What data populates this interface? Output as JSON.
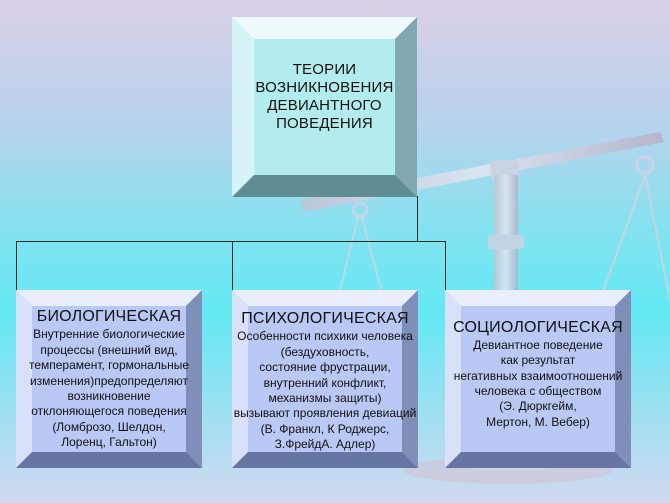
{
  "title": {
    "lines": [
      "ТЕОРИИ",
      "ВОЗНИКНОВЕНИЯ",
      "ДЕВИАНТНОГО",
      "ПОВЕДЕНИЯ"
    ]
  },
  "boxes": [
    {
      "heading": "БИОЛОГИЧЕСКАЯ",
      "lines": [
        "Внутренние биологические",
        "процессы (внешний вид,",
        "темперамент, гормональные",
        "изменения)предопределяют",
        "возникновение",
        "отклоняющегося поведения",
        "(Ломброзо, Шелдон,",
        "Лоренц, Гальтон)"
      ]
    },
    {
      "heading": "ПСИХОЛОГИЧЕСКАЯ",
      "lines": [
        "Особенности психики человека",
        "(бездуховность,",
        "состояние фрустрации,",
        "внутренний конфликт,",
        "механизмы защиты)",
        "вызывают проявления девиаций",
        "(В. Франкл, К Роджерс,",
        "З.ФрейдА. Адлер)"
      ]
    },
    {
      "heading": "СОЦИОЛОГИЧЕСКАЯ",
      "lines": [
        "Девиантное поведение",
        "как результат",
        "негативных взаимоотношений",
        "человека с обществом",
        "(Э. Дюркгейм,",
        "Мертон, М. Вебер)"
      ]
    }
  ],
  "colors": {
    "box_face": "#b9c8f4",
    "title_face": "#b2ecee",
    "connector": "#2a2a2a"
  }
}
